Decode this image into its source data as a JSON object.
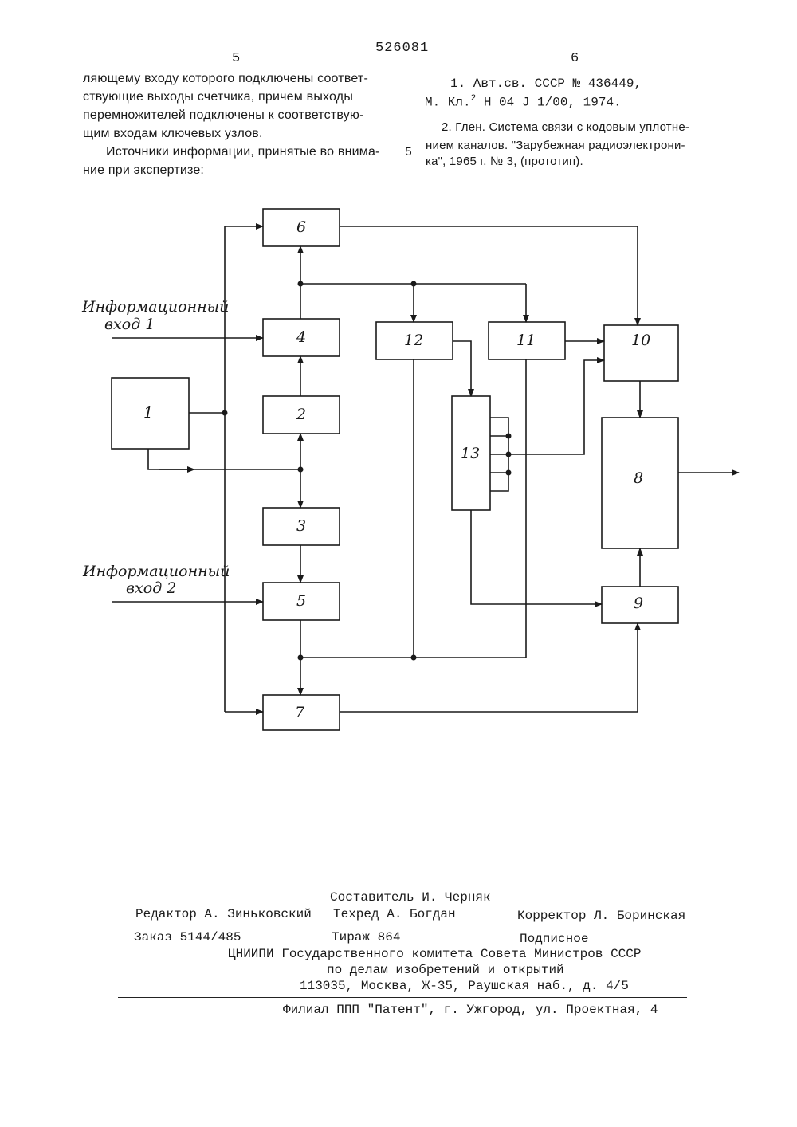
{
  "header": {
    "patent_number": "526081",
    "col_left": "5",
    "col_right": "6",
    "line_marker": "5"
  },
  "left_column": {
    "lines": [
      "ляющему входу которого подключены соответ-",
      "ствующие выходы счетчика, причем выходы",
      "перемножителей подключены к соответствую-",
      "щим входам ключевых узлов.",
      "Источники информации, принятые во внима-",
      "ние при экспертизе:"
    ]
  },
  "right_column": {
    "ref1_line1": "1. Авт.св. СССР № 436449,",
    "ref1_line2_pre": "М. Кл.",
    "ref1_sup": "2",
    "ref1_line2_post": " Н 04 J 1/00, 1974.",
    "ref2_lines": [
      "2. Глен. Система связи с кодовым уплотне-",
      "нием каналов. \"Зарубежная радиоэлектрони-",
      "ка\", 1965 г. № 3, (прототип)."
    ]
  },
  "diagram": {
    "input1": [
      "Информационный",
      "вход 1"
    ],
    "input2": [
      "Информационный",
      "вход 2"
    ],
    "blocks": [
      "1",
      "2",
      "3",
      "4",
      "5",
      "6",
      "7",
      "8",
      "9",
      "10",
      "11",
      "12",
      "13"
    ]
  },
  "footer": {
    "compiler": "Составитель И. Черняк",
    "editor": "Редактор А. Зиньковский",
    "techred": "Техред А. Богдан",
    "corrector": "Корректор Л. Боринская",
    "order": "Заказ 5144/485",
    "circulation": "Тираж 864",
    "subscription": "Подписное",
    "org_line1": "ЦНИИПИ Государственного комитета Совета Министров СССР",
    "org_line2": "по делам изобретений и открытий",
    "org_line3": "113035, Москва, Ж-35, Раушская наб., д. 4/5",
    "branch": "Филиал ППП \"Патент\", г. Ужгород, ул. Проектная, 4"
  }
}
